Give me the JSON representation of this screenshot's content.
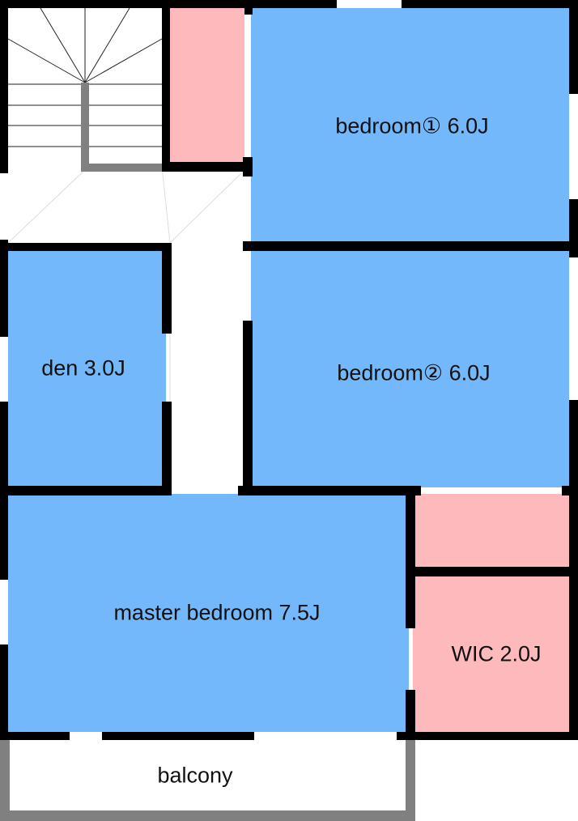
{
  "colors": {
    "bedroom": "#74b8fc",
    "storage": "#fdb9bc",
    "wall": "#000000",
    "balcony_rail": "#808080"
  },
  "rooms": {
    "bedroom1": "bedroom① 6.0J",
    "bedroom2": "bedroom② 6.0J",
    "den": "den 3.0J",
    "master": "master bedroom 7.5J",
    "wic": "WIC 2.0J",
    "balcony": "balcony"
  }
}
